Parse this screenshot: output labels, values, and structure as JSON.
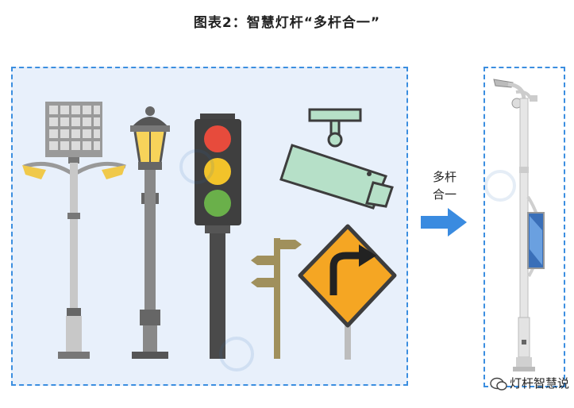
{
  "title": "图表2：智慧灯杆“多杆合一”",
  "transition": {
    "line1": "多杆",
    "line2": "合一"
  },
  "colors": {
    "border": "#3b8ee0",
    "panel": "#e8f0fb",
    "arrow": "#3a8be0"
  },
  "icons": {
    "solar_lamp": "solar-street-lamp-icon",
    "garden_lamp": "garden-lamp-icon",
    "traffic_light": "traffic-light-icon",
    "camera": "surveillance-camera-icon",
    "signpost": "direction-signpost-icon",
    "road_sign": "turn-right-road-sign-icon",
    "smart_pole": "smart-light-pole-icon",
    "arrow": "right-arrow-icon"
  },
  "footer": {
    "brand": "灯杆智慧说"
  }
}
